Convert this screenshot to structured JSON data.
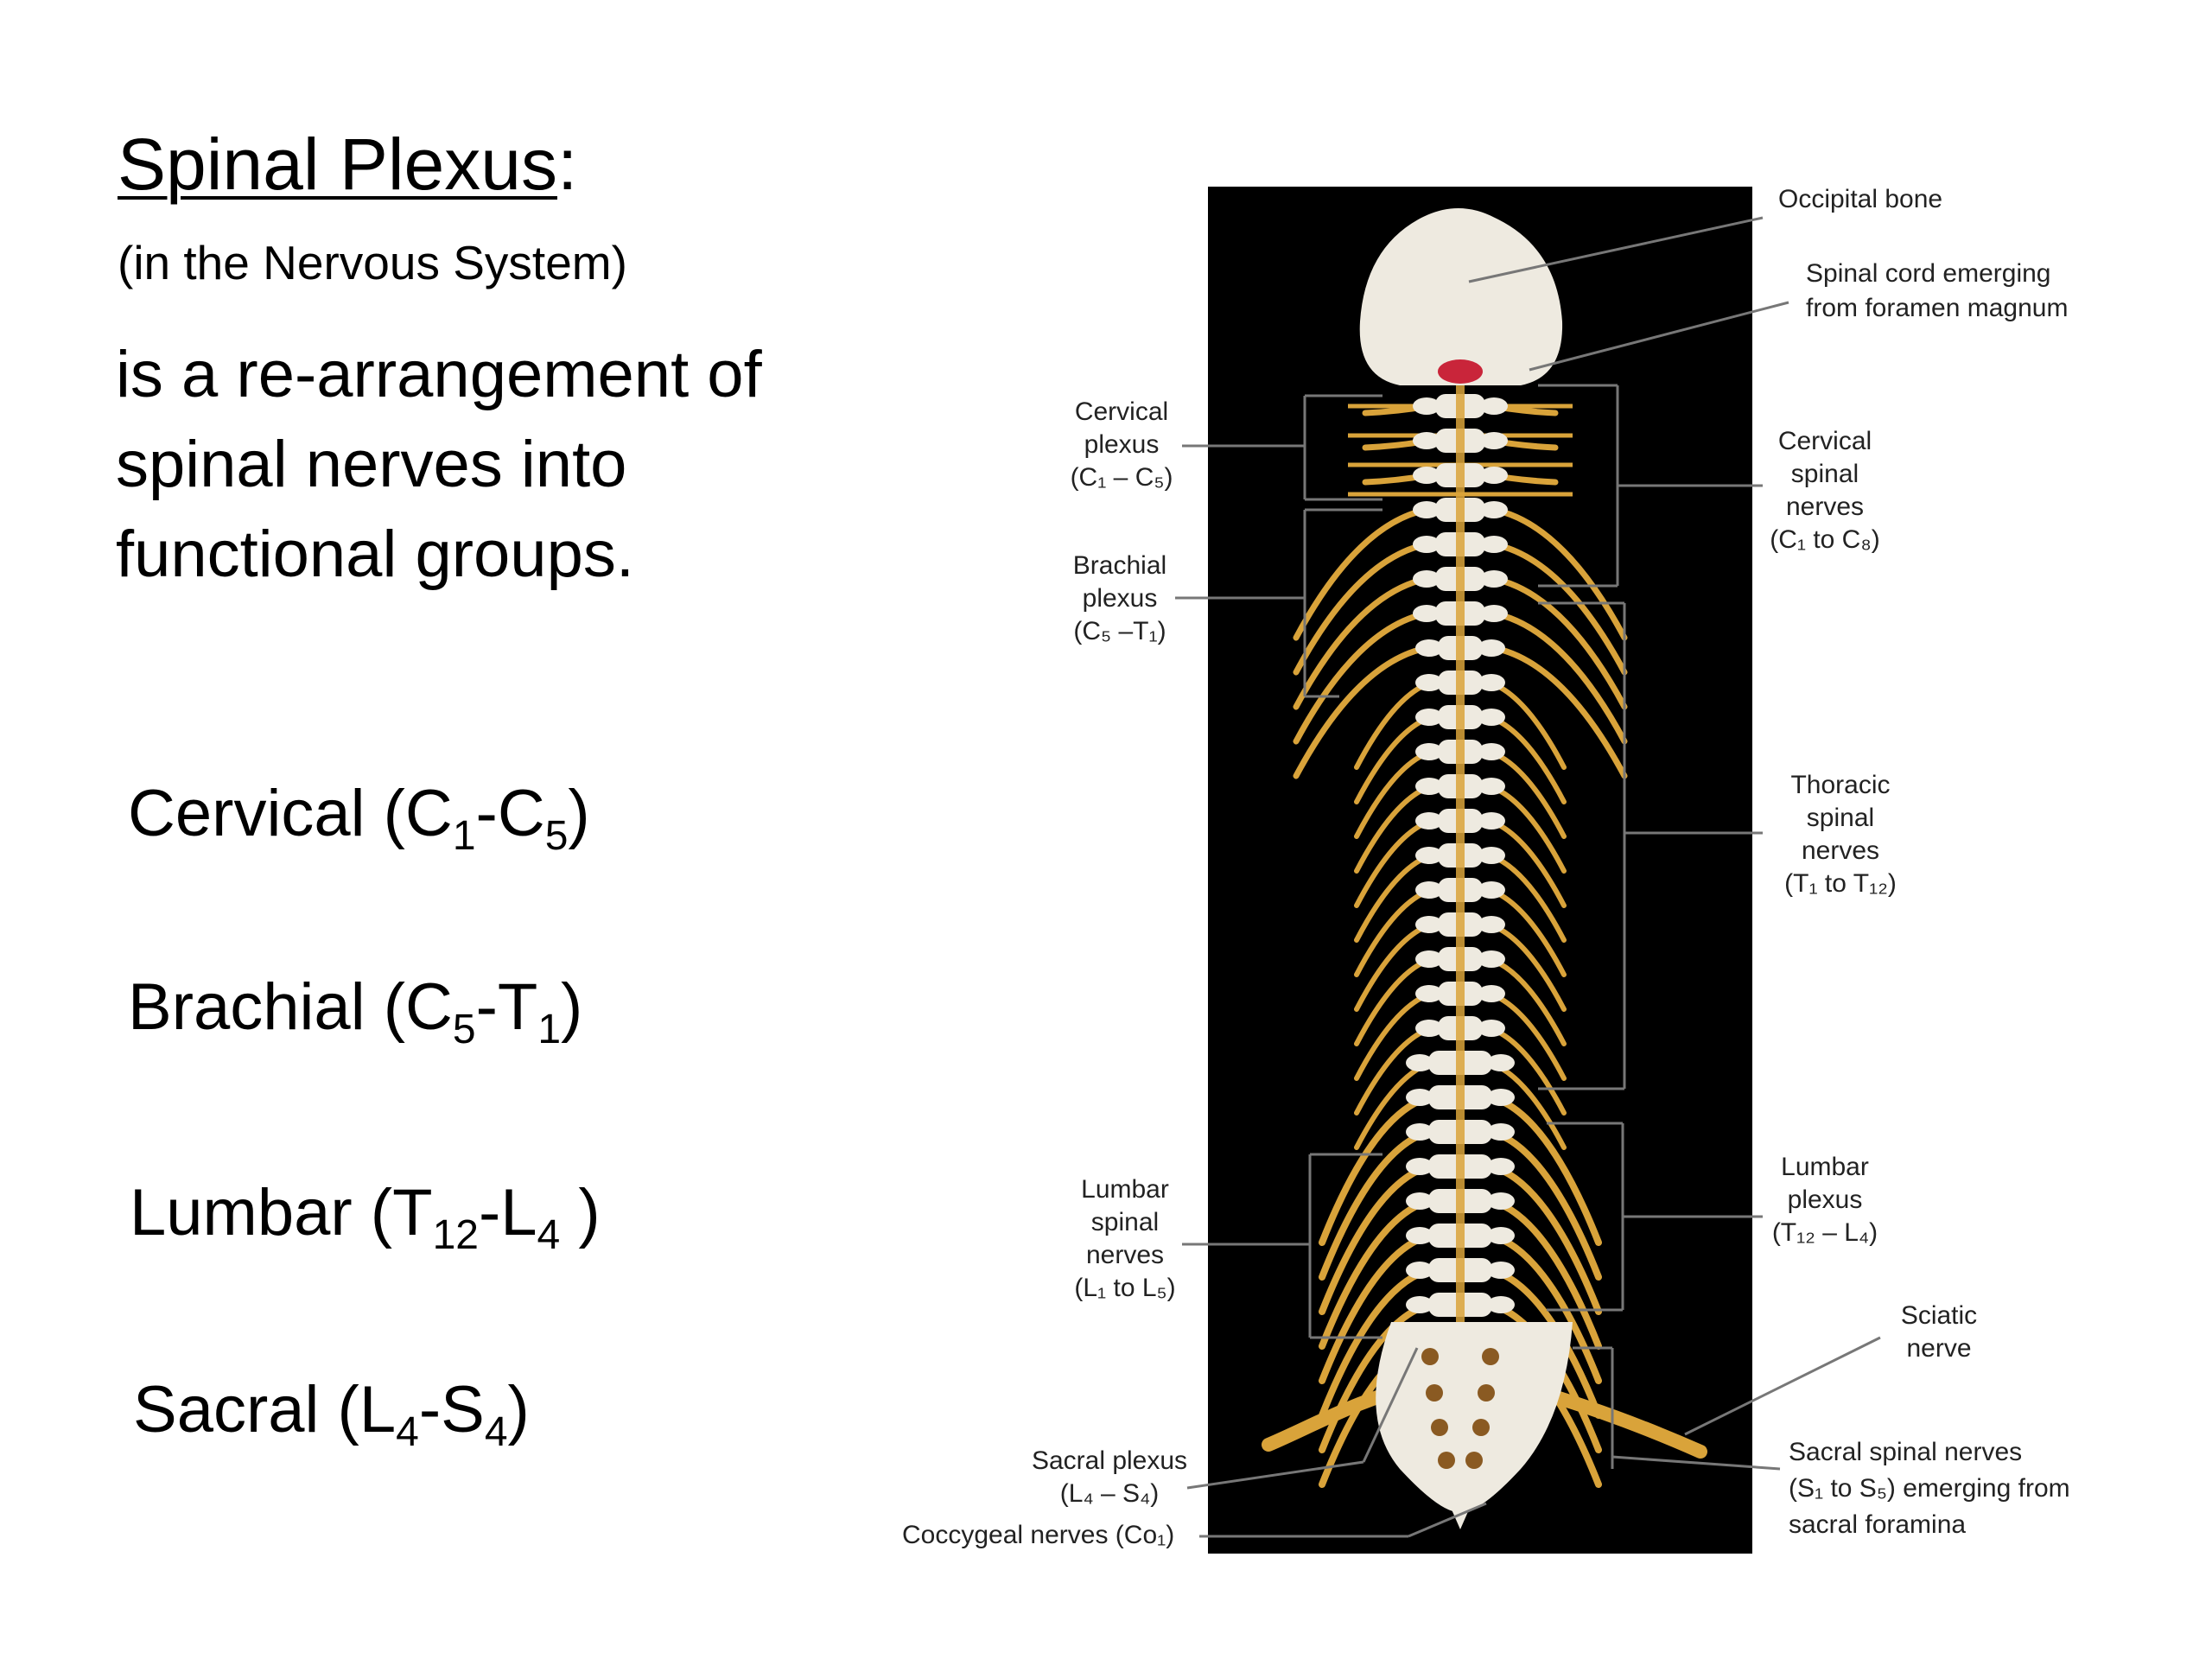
{
  "slide": {
    "title": "Spinal Plexus",
    "title_suffix": ":",
    "subtitle": "(in the Nervous System)",
    "intro_lines": [
      "is a re-arrangement of",
      "spinal nerves into",
      "functional groups."
    ],
    "plexuses": [
      {
        "name": "Cervical (",
        "a": "C",
        "a_sub": "1",
        "sep": "-",
        "b": "C",
        "b_sub": "5",
        "end": ")"
      },
      {
        "name": "Brachial (",
        "a": "C",
        "a_sub": "5",
        "sep": "-",
        "b": "T",
        "b_sub": "1",
        "end": ")"
      },
      {
        "name": "Lumbar (",
        "a": "T",
        "a_sub": "12",
        "sep": "-",
        "b": "L",
        "b_sub": "4",
        "end": " )"
      },
      {
        "name": "Sacral (",
        "a": "L",
        "a_sub": "4",
        "sep": "-",
        "b": "S",
        "b_sub": "4",
        "end": ")"
      }
    ]
  },
  "diagram": {
    "labels": {
      "occipital": [
        "Occipital bone"
      ],
      "spinal_cord": [
        "Spinal cord emerging",
        "from foramen magnum"
      ],
      "cervical_plexus": [
        "Cervical",
        "plexus",
        "(C₁ – C₅)"
      ],
      "brachial_plexus": [
        "Brachial",
        "plexus",
        "(C₅ –T₁)"
      ],
      "cervical_nerves": [
        "Cervical",
        "spinal",
        "nerves",
        "(C₁ to C₈)"
      ],
      "thoracic_nerves": [
        "Thoracic",
        "spinal",
        "nerves",
        "(T₁ to T₁₂)"
      ],
      "lumbar_nerves": [
        "Lumbar",
        "spinal",
        "nerves",
        "(L₁ to L₅)"
      ],
      "lumbar_plexus": [
        "Lumbar",
        "plexus",
        "(T₁₂ – L₄)"
      ],
      "sciatic": [
        "Sciatic",
        "nerve"
      ],
      "sacral_plexus": [
        "Sacral plexus",
        "(L₄ – S₄)"
      ],
      "coccygeal": [
        "Coccygeal nerves (Co₁)"
      ],
      "sacral_nerves": [
        "Sacral spinal nerves",
        "(S₁ to S₅) emerging from",
        "sacral foramina"
      ]
    },
    "colors": {
      "photo_bg": "#000000",
      "bone": "#eeeae0",
      "nerve": "#d9a33a",
      "leader": "#777777"
    }
  }
}
